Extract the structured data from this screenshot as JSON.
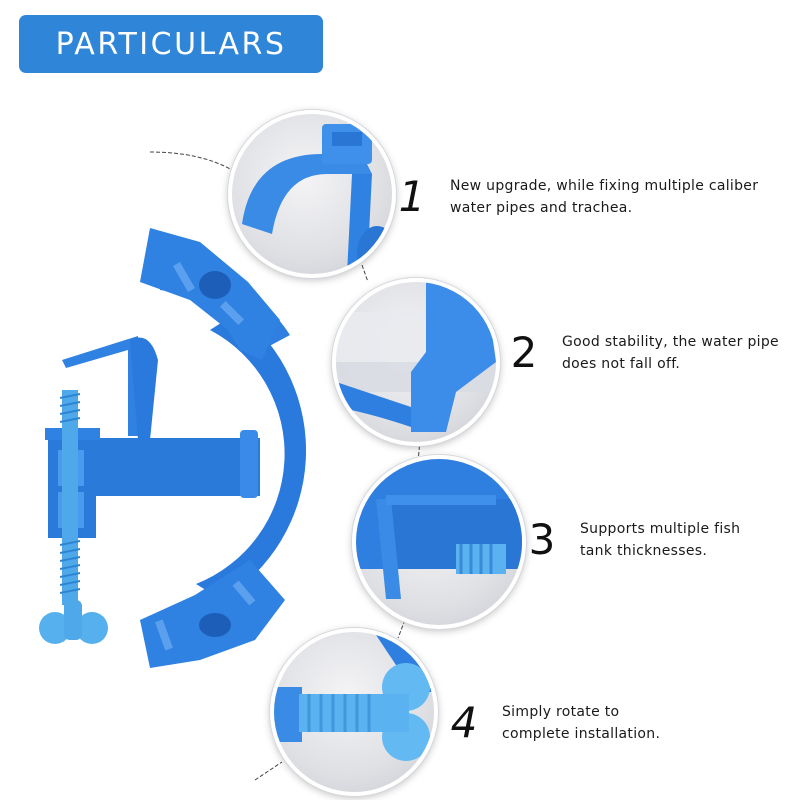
{
  "header": {
    "title": "PARTICULARS"
  },
  "colors": {
    "badge": "#2f86d8",
    "product_blue": "#2f7fe0",
    "screw_blue": "#4fa8ea",
    "text": "#1a1a1a"
  },
  "features": [
    {
      "number": "1",
      "line1": "New upgrade, while fixing multiple caliber",
      "line2": "water pipes and trachea."
    },
    {
      "number": "2",
      "line1": "Good stability, the water pipe",
      "line2": "does not fall off."
    },
    {
      "number": "3",
      "line1": "Supports multiple fish",
      "line2": "tank thicknesses."
    },
    {
      "number": "4",
      "line1": "Simply rotate to",
      "line2": "complete installation."
    }
  ]
}
